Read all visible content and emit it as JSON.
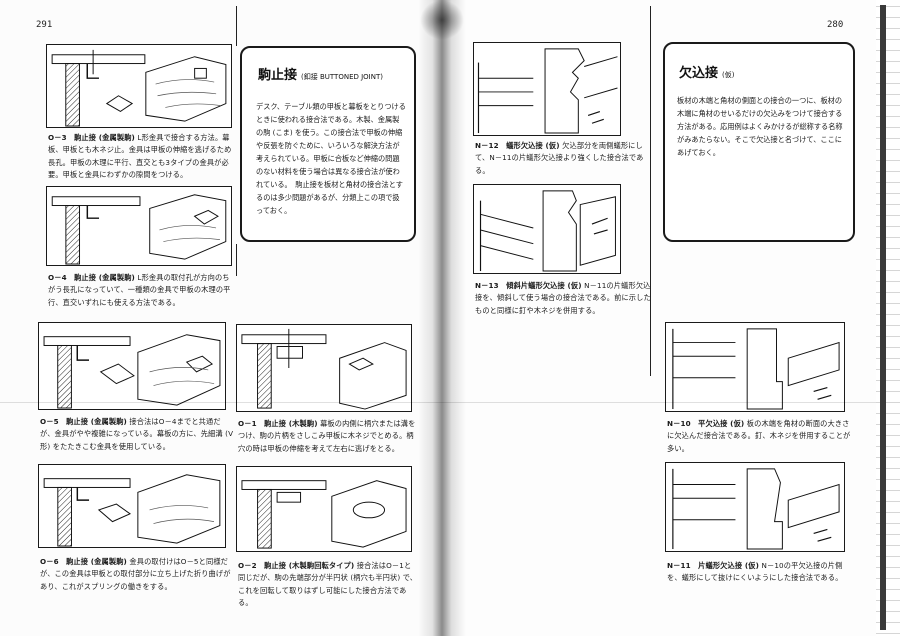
{
  "pages": {
    "left_number": "291",
    "right_number": "280"
  },
  "left_page": {
    "figures": [
      {
        "id": "O-3",
        "label": "O－3　駒止接 (金属製駒)",
        "text": "L形金具で接合する方法。幕板、甲板とも木ネジ止。金具は甲板の伸縮を逃げるため長孔。甲板の木理に平行、直交とも3タイプの金具が必要。甲板と金具にわずかの隙間をつける。"
      },
      {
        "id": "O-4",
        "label": "O－4　駒止接 (金属製駒)",
        "text": "L形金具の取付孔が方向のちがう長孔になっていて、一種類の金具で甲板の木理の平行、直交いずれにも使える方法である。"
      },
      {
        "id": "O-5",
        "label": "O－5　駒止接 (金属製駒)",
        "text": "接合法はO－4までと共通だが、金具がやや複雑になっている。幕板の方に、先細溝 (V形) をたたきこむ金具を使用している。"
      },
      {
        "id": "O-6",
        "label": "O－6　駒止接 (金属製駒)",
        "text": "金具の取付けはO－5と同様だが、この金具は甲板との取付部分に立ち上げた折り曲げがあり、これがスプリングの働きをする。"
      },
      {
        "id": "O-1",
        "label": "O－1　駒止接 (木製駒)",
        "text": "幕板の内側に柄穴または溝をつけ、駒の片柄をさしこみ甲板に木ネジでとめる。柄穴の時は甲板の伸縮を考えて左右に逃げをとる。"
      },
      {
        "id": "O-2",
        "label": "O－2　駒止接 (木製駒回転タイプ)",
        "text": "接合法はO－1と同じだが、駒の先端部分が半円状 (柄穴も半円状) で、これを回転して取りはずし可能にした接合方法である。"
      }
    ],
    "info_box": {
      "title": "駒止接",
      "subtitle": "(釦接 BUTTONED JOINT)",
      "body": "デスク、テーブル類の甲板と幕板をとりつけるときに使われる接合法である。木製、金属製の駒 (こま) を使う。この接合法で甲板の伸縮や反張を防ぐために、いろいろな解決方法が考えられている。甲板に合板など伸縮の問題のない材料を使う場合は異なる接合法が使われている。　駒止接を板材と角材の接合法とするのは多少問題があるが、分類上この項で扱っておく。"
    }
  },
  "right_page": {
    "info_box": {
      "title": "欠込接",
      "subtitle": "(仮)",
      "body": "板材の木端と角材の側面との接合の一つに、板材の木端に角材のせいるだけの欠込みをつけて接合する方法がある。応用例はよくみかけるが総称する名称がみあたらない。そこで欠込接と名づけて、ここにあげておく。"
    },
    "figures": [
      {
        "id": "N-12",
        "label": "N－12　蟻形欠込接 (仮)",
        "text": "欠込部分を両側蟻形にして、N－11の片蟻形欠込接より強くした接合法である。"
      },
      {
        "id": "N-13",
        "label": "N－13　傾斜片蟻形欠込接 (仮)",
        "text": "N－11の片蟻形欠込接を、傾斜して使う場合の接合法である。前に示したものと同様に釘や木ネジを併用する。"
      },
      {
        "id": "N-10",
        "label": "N－10　平欠込接 (仮)",
        "text": "板の木端を角材の断面の大きさに欠込んだ接合法である。釘、木ネジを併用することが多い。"
      },
      {
        "id": "N-11",
        "label": "N－11　片蟻形欠込接 (仮)",
        "text": "N－10の平欠込接の片側を、蟻形にして抜けにくいようにした接合法である。"
      }
    ]
  },
  "colors": {
    "ink": "#1a1a1a",
    "paper": "#fcfcfc",
    "gutter_shadow": "#2a2a2a"
  }
}
